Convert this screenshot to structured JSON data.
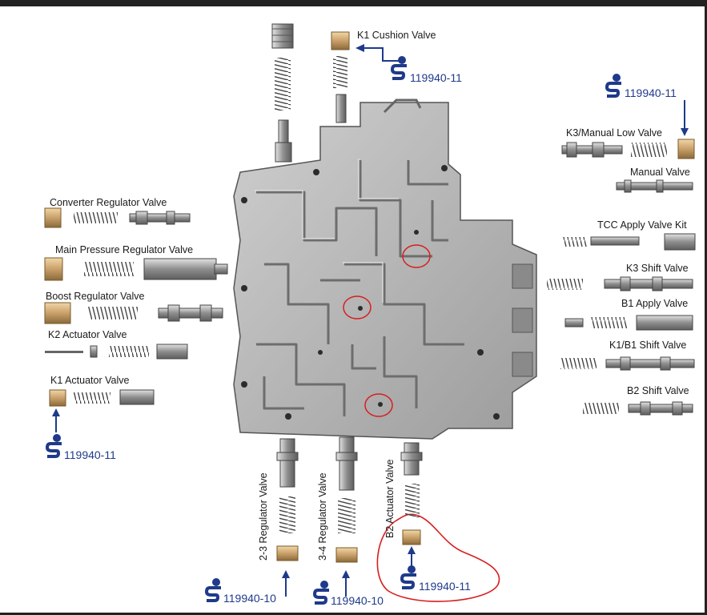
{
  "labels": {
    "k1_cushion": "K1 Cushion Valve",
    "k3_manual_low": "K3/Manual Low Valve",
    "manual": "Manual Valve",
    "converter_reg": "Converter Regulator Valve",
    "main_pressure": "Main Pressure Regulator Valve",
    "boost_reg": "Boost Regulator Valve",
    "k2_actuator": "K2 Actuator Valve",
    "k1_actuator": "K1 Actuator Valve",
    "tcc_apply": "TCC Apply Valve Kit",
    "k3_shift": "K3 Shift Valve",
    "b1_apply": "B1 Apply Valve",
    "k1b1_shift": "K1/B1 Shift Valve",
    "b2_shift": "B2 Shift Valve",
    "reg_23": "2-3 Regulator Valve",
    "reg_34": "3-4 Regulator Valve",
    "b2_actuator": "B2 Actuator Valve"
  },
  "part_numbers": {
    "top": "119940-11",
    "top_right": "119940-11",
    "left": "119940-11",
    "bottom_1": "119940-10",
    "bottom_2": "119940-10",
    "bottom_3": "119940-11"
  },
  "colors": {
    "accent_blue": "#1f3a8a",
    "highlight_red": "#d81e1e",
    "brass": "#c9a06a",
    "steel": "#9a9a9a",
    "body_metal": "#bdbdbd"
  },
  "icons": [
    "sonnax-logo-icon",
    "arrow-icon"
  ]
}
